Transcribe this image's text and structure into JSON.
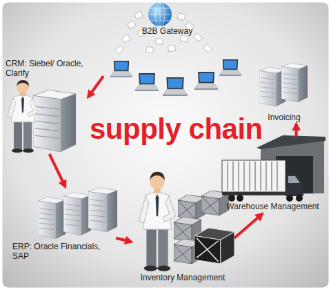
{
  "diagram": {
    "title": "supply chain",
    "nodes": [
      {
        "text": [
          "B2B Gateway"
        ]
      },
      {
        "text": [
          "CRM: Siebel/ Oracle, Clarify"
        ]
      },
      {
        "text": [
          "ERP: Oracle Financials, SAP"
        ]
      },
      {
        "text": [
          "Inventory Management"
        ]
      },
      {
        "text": [
          "Warehouse Management"
        ]
      },
      {
        "text": [
          "Invoicing"
        ]
      }
    ],
    "edges": [
      {
        "from": 0,
        "to": 1,
        "arrow": "to"
      },
      {
        "from": 1,
        "to": 2,
        "arrow": "to"
      },
      {
        "from": 2,
        "to": 3,
        "arrow": "to"
      },
      {
        "from": 3,
        "to": 4,
        "arrow": "to"
      },
      {
        "from": 4,
        "to": 5,
        "arrow": "to"
      }
    ]
  }
}
